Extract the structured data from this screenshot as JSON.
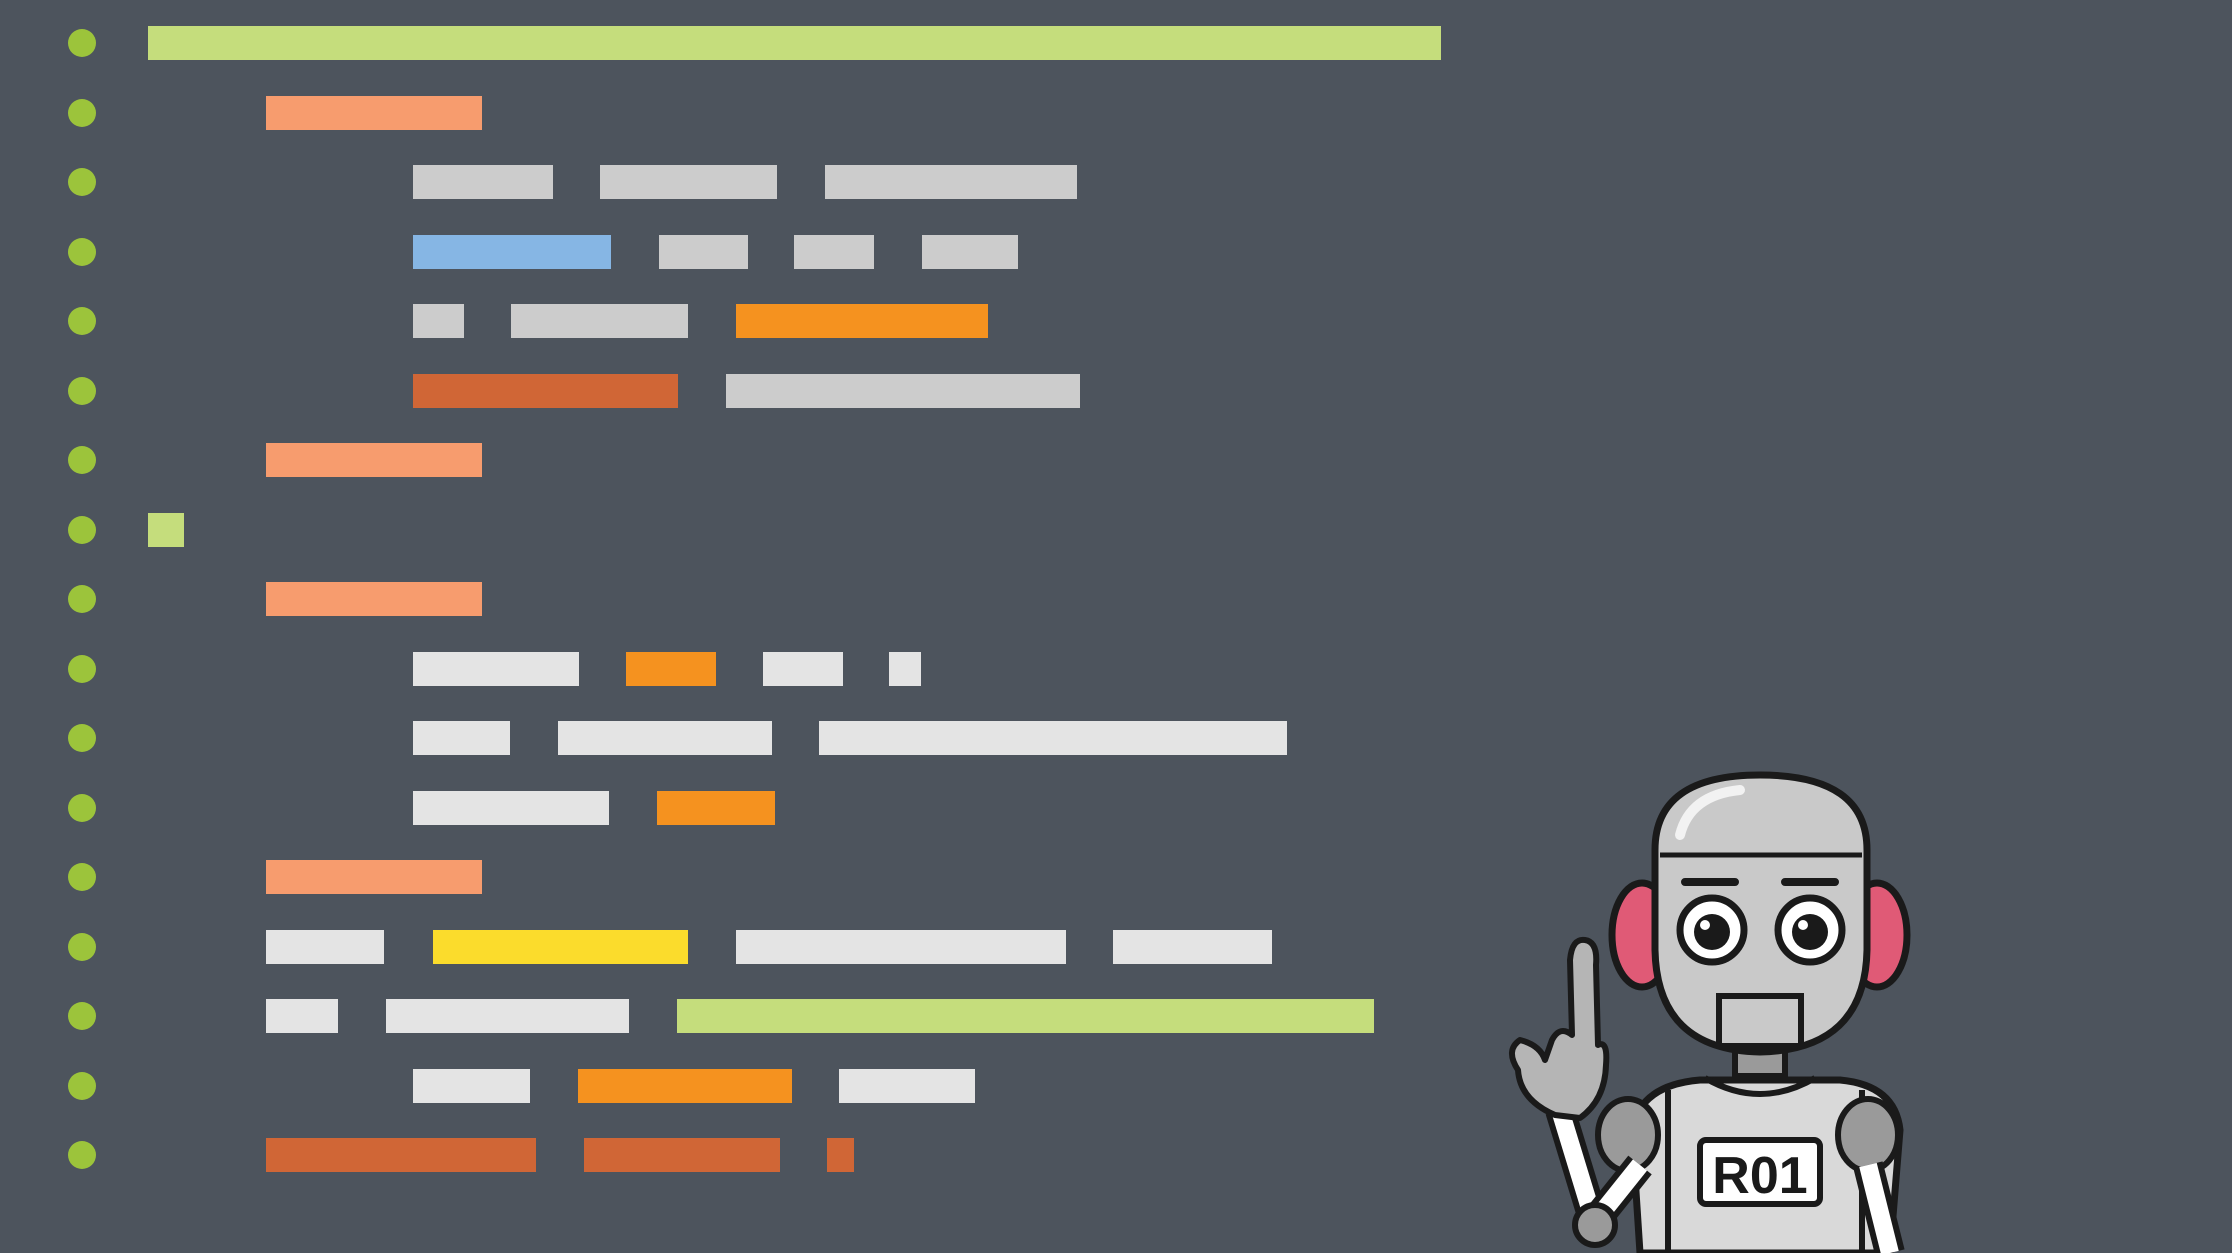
{
  "palette": {
    "background": "#4d545d",
    "bullet": "#9cc43b",
    "lime": "#c5dd7c",
    "salmon": "#f79c6e",
    "gray": "#cccccc",
    "light": "#e4e4e4",
    "blue": "#86b6e4",
    "orange": "#f5921f",
    "rust": "#d06636",
    "yellow": "#fbdc2c"
  },
  "lines": [
    {
      "bars": [
        {
          "color": "lime"
        }
      ]
    },
    {
      "bars": [
        {
          "color": "salmon"
        }
      ]
    },
    {
      "bars": [
        {
          "color": "gray"
        },
        {
          "color": "gray"
        },
        {
          "color": "gray"
        }
      ]
    },
    {
      "bars": [
        {
          "color": "blue"
        },
        {
          "color": "gray"
        },
        {
          "color": "gray"
        },
        {
          "color": "gray"
        }
      ]
    },
    {
      "bars": [
        {
          "color": "gray"
        },
        {
          "color": "gray"
        },
        {
          "color": "orange"
        }
      ]
    },
    {
      "bars": [
        {
          "color": "rust"
        },
        {
          "color": "gray"
        }
      ]
    },
    {
      "bars": [
        {
          "color": "salmon"
        }
      ]
    },
    {
      "bars": [
        {
          "color": "lime"
        }
      ]
    },
    {
      "bars": [
        {
          "color": "salmon"
        }
      ]
    },
    {
      "bars": [
        {
          "color": "light"
        },
        {
          "color": "orange"
        },
        {
          "color": "light"
        },
        {
          "color": "light"
        }
      ]
    },
    {
      "bars": [
        {
          "color": "light"
        },
        {
          "color": "light"
        },
        {
          "color": "light"
        }
      ]
    },
    {
      "bars": [
        {
          "color": "light"
        },
        {
          "color": "orange"
        }
      ]
    },
    {
      "bars": [
        {
          "color": "salmon"
        }
      ]
    },
    {
      "bars": [
        {
          "color": "light"
        },
        {
          "color": "yellow"
        },
        {
          "color": "light"
        },
        {
          "color": "light"
        }
      ]
    },
    {
      "bars": [
        {
          "color": "light"
        },
        {
          "color": "light"
        },
        {
          "color": "lime"
        }
      ]
    },
    {
      "bars": [
        {
          "color": "light"
        },
        {
          "color": "orange"
        },
        {
          "color": "light"
        }
      ]
    },
    {
      "bars": [
        {
          "color": "rust"
        },
        {
          "color": "rust"
        },
        {
          "color": "rust"
        }
      ]
    }
  ],
  "robot": {
    "label": "R01",
    "icon": "robot-mascot-icon"
  }
}
